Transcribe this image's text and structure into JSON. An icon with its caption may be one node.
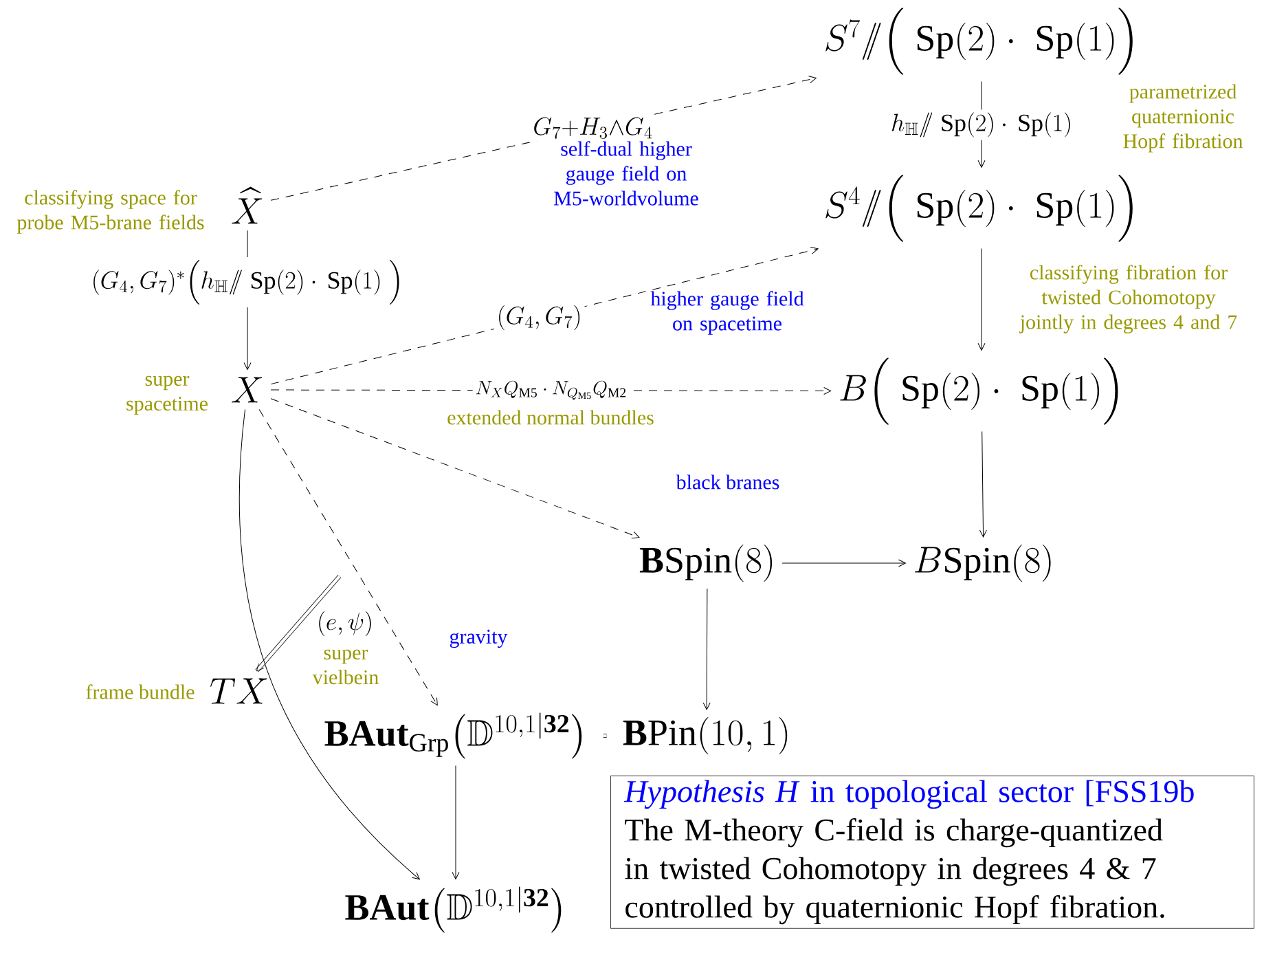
{
  "diagram": {
    "nodes": [
      {
        "text": [
          "S^7 /\\!\\!/ \\Big(\\;\\mathrm{Sp}(2)\\cdot\\;\\mathrm{Sp}(1)\\Big)"
        ]
      },
      {
        "text": [
          "S^4 /\\!\\!/ \\Big(\\;\\mathrm{Sp}(2)\\cdot\\;\\mathrm{Sp}(1)\\Big)"
        ]
      },
      {
        "text": [
          "\\widehat{X}"
        ],
        "beside": [
          "classifying space for probe M5-brane fields"
        ]
      },
      {
        "text": [
          "X"
        ],
        "beside": [
          "super spacetime"
        ]
      },
      {
        "text": [
          "B\\Big(\\;\\mathrm{Sp}(2)\\cdot\\;\\mathrm{Sp}(1)\\Big)"
        ]
      },
      {
        "text": [
          "\\mathbf{B}\\mathrm{Spin}(8)"
        ]
      },
      {
        "text": [
          "B\\mathrm{Spin}(8)"
        ]
      },
      {
        "text": [
          "TX"
        ],
        "beside": [
          "frame bundle"
        ]
      },
      {
        "text": [
          "\\mathbf{BAut}_{\\mathrm{Grp}}\\big(\\mathbb{D}^{10,1\\vert\\mathbf{32}}\\big)"
        ]
      },
      {
        "text": [
          "\\mathbf{B}\\mathrm{Pin}(10,1)"
        ]
      },
      {
        "text": [
          "\\mathbf{BAut}\\big(\\mathbb{D}^{10,1\\vert\\mathbf{32}}\\big)"
        ]
      },
      {
        "text": [
          "*Hypothesis H* in topological sector [FSS19b",
          "The M-theory C-field is charge-quantized in twisted Cohomotopy in degrees 4 & 7 controlled by quaternionic Hopf fibration."
        ]
      }
    ],
    "edges": [
      {
        "from": 2,
        "to": 0,
        "arrow": "to",
        "style": "dashed",
        "label": "G_7{+}H_3{\\wedge}G_4"
      },
      {
        "from": 0,
        "to": 1,
        "arrow": "to",
        "label": "h_{\\mathbb{H}}/\\!\\!/\\;\\mathrm{Sp}(2)\\cdot\\,\\mathrm{Sp}(1)"
      },
      {
        "from": 2,
        "to": 3,
        "arrow": "to",
        "label": "(G_4,G_7)^*\\Big(h_{\\mathbb{H}}/\\!\\!/\\;\\mathrm{Sp}(2)\\cdot\\,\\mathrm{Sp}(1)\\;\\Big)"
      },
      {
        "from": 3,
        "to": 1,
        "arrow": "to",
        "style": "dashed",
        "label": "(G_4,G_7)"
      },
      {
        "from": 1,
        "to": 4,
        "arrow": "to"
      },
      {
        "from": 3,
        "to": 4,
        "arrow": "to",
        "style": "dashed",
        "label": "N_{X}Q_{\\mathrm{M5}}\\cdot N_{Q_{\\mathrm{M5}}}Q_{\\mathrm{M2}}"
      },
      {
        "from": 3,
        "to": 5,
        "arrow": "to",
        "style": "dashed"
      },
      {
        "from": 4,
        "to": 6,
        "arrow": "to"
      },
      {
        "from": 5,
        "to": 6,
        "arrow": "to"
      },
      {
        "from": 5,
        "to": 9,
        "arrow": "to"
      },
      {
        "from": 3,
        "to": 8,
        "arrow": "to",
        "style": "dashed"
      },
      {
        "from": null,
        "to": 7,
        "arrow": "to",
        "style": "thick",
        "label": "(e,\\psi)"
      },
      {
        "from": 3,
        "to": 10,
        "arrow": "to"
      },
      {
        "from": 8,
        "to": 10,
        "arrow": "to"
      },
      {
        "from": 8,
        "to": 9,
        "arrow": "none",
        "style": "thick"
      }
    ],
    "labels": [
      "parametrized quaternionic Hopf fibration",
      "self-dual higher gauge field on M5-worldvolume",
      "higher gauge field on spacetime",
      "classifying fibration for twisted Cohomotopy jointly in degrees 4 and 7",
      "extended normal bundles",
      "black branes",
      "gravity",
      "super vielbein"
    ]
  }
}
